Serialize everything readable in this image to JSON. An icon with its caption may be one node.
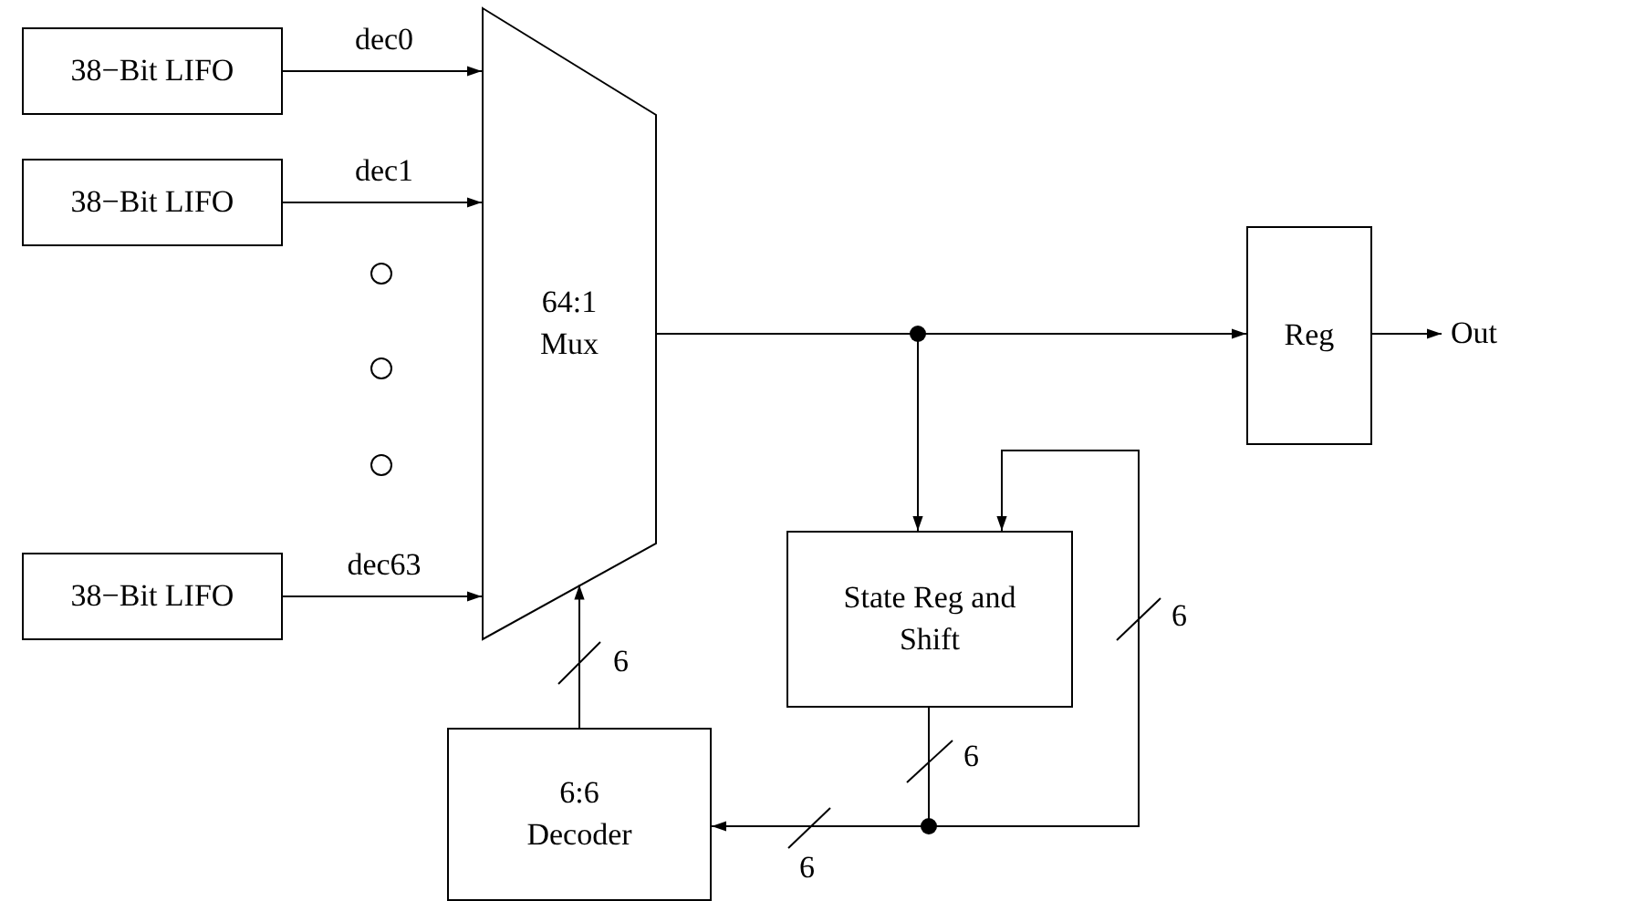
{
  "diagram": {
    "nodes": [
      {
        "text": [
          "38−Bit LIFO"
        ]
      },
      {
        "text": [
          "38−Bit LIFO"
        ]
      },
      {
        "text": [
          "38−Bit LIFO"
        ]
      },
      {
        "text": [
          "64:1 Mux"
        ]
      },
      {
        "text": [
          "Reg"
        ]
      },
      {
        "text": [
          "State Reg and Shift"
        ]
      },
      {
        "text": [
          "6:6 Decoder"
        ]
      },
      {
        "text": [
          "Out"
        ]
      }
    ],
    "edges": [
      {
        "from": 0,
        "to": 3,
        "arrow": "to",
        "label": "dec0"
      },
      {
        "from": 1,
        "to": 3,
        "arrow": "to",
        "label": "dec1"
      },
      {
        "from": 2,
        "to": 3,
        "arrow": "to",
        "label": "dec63"
      },
      {
        "from": 3,
        "to": 4,
        "arrow": "to"
      },
      {
        "from": 3,
        "to": 5,
        "arrow": "to"
      },
      {
        "from": 4,
        "to": 7,
        "arrow": "to"
      },
      {
        "from": 5,
        "to": 6,
        "arrow": "to"
      },
      {
        "from": 5,
        "to": 5,
        "arrow": "to"
      },
      {
        "from": 6,
        "to": 3,
        "arrow": "to"
      }
    ],
    "labels": [
      "6",
      "6",
      "6",
      "6"
    ]
  }
}
